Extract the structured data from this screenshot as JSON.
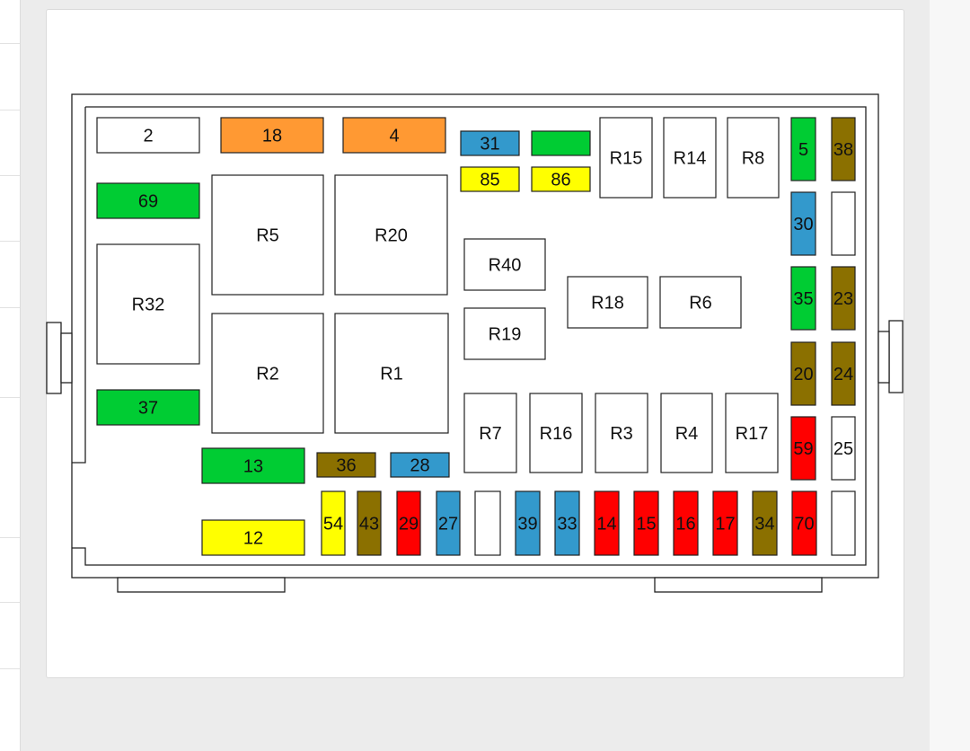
{
  "diagram": {
    "relays": [
      {
        "id": "R15"
      },
      {
        "id": "R14"
      },
      {
        "id": "R8"
      },
      {
        "id": "R5"
      },
      {
        "id": "R20"
      },
      {
        "id": "R32"
      },
      {
        "id": "R40"
      },
      {
        "id": "R18"
      },
      {
        "id": "R6"
      },
      {
        "id": "R19"
      },
      {
        "id": "R2"
      },
      {
        "id": "R1"
      },
      {
        "id": "R7"
      },
      {
        "id": "R16"
      },
      {
        "id": "R3"
      },
      {
        "id": "R4"
      },
      {
        "id": "R17"
      }
    ],
    "fuses": [
      {
        "id": "2",
        "color": "white"
      },
      {
        "id": "18",
        "color": "orange"
      },
      {
        "id": "4",
        "color": "orange"
      },
      {
        "id": "31",
        "color": "blue"
      },
      {
        "id": "",
        "color": "green"
      },
      {
        "id": "85",
        "color": "yellow"
      },
      {
        "id": "86",
        "color": "yellow"
      },
      {
        "id": "69",
        "color": "green"
      },
      {
        "id": "37",
        "color": "green"
      },
      {
        "id": "13",
        "color": "green"
      },
      {
        "id": "36",
        "color": "brown"
      },
      {
        "id": "28",
        "color": "blue"
      },
      {
        "id": "12",
        "color": "yellow"
      },
      {
        "id": "54",
        "color": "yellow"
      },
      {
        "id": "43",
        "color": "brown"
      },
      {
        "id": "29",
        "color": "red"
      },
      {
        "id": "27",
        "color": "blue"
      },
      {
        "id": "",
        "color": "white"
      },
      {
        "id": "39",
        "color": "blue"
      },
      {
        "id": "33",
        "color": "blue"
      },
      {
        "id": "14",
        "color": "red"
      },
      {
        "id": "15",
        "color": "red"
      },
      {
        "id": "16",
        "color": "red"
      },
      {
        "id": "17",
        "color": "red"
      },
      {
        "id": "34",
        "color": "brown"
      },
      {
        "id": "70",
        "color": "red"
      },
      {
        "id": "",
        "color": "white"
      },
      {
        "id": "5",
        "color": "green"
      },
      {
        "id": "38",
        "color": "brown"
      },
      {
        "id": "30",
        "color": "blue"
      },
      {
        "id": "",
        "color": "white"
      },
      {
        "id": "35",
        "color": "green"
      },
      {
        "id": "23",
        "color": "brown"
      },
      {
        "id": "20",
        "color": "brown"
      },
      {
        "id": "24",
        "color": "brown"
      },
      {
        "id": "59",
        "color": "red"
      },
      {
        "id": "25",
        "color": "white"
      }
    ],
    "palette": {
      "white": "#ffffff",
      "orange": "#ff9933",
      "blue": "#3399cc",
      "green": "#00cc33",
      "yellow": "#ffff00",
      "brown": "#8b7000",
      "red": "#ff0000"
    }
  }
}
